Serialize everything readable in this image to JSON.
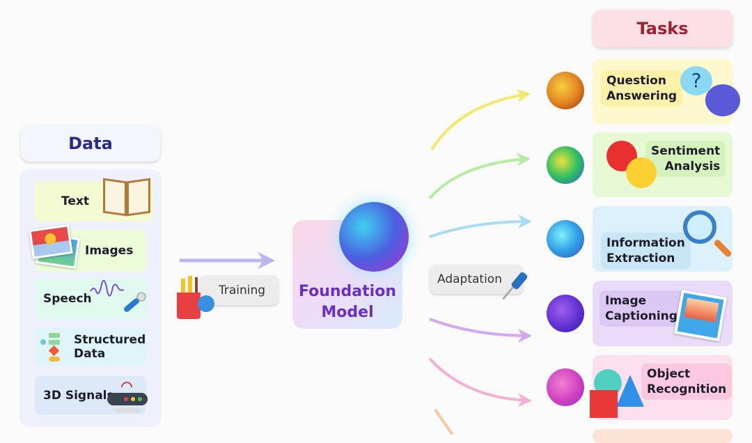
{
  "data_section": {
    "title": "Data",
    "items": [
      {
        "label": "Text",
        "icon": "book-icon"
      },
      {
        "label": "Images",
        "icon": "photo-icon"
      },
      {
        "label": "Speech",
        "icon": "microphone-icon"
      },
      {
        "label": "Structured Data",
        "icon": "flowchart-icon"
      },
      {
        "label": "3D Signals",
        "icon": "router-icon"
      }
    ]
  },
  "training": {
    "label": "Training",
    "icon": "pencil-cup-icon"
  },
  "model": {
    "title_line1": "Foundation",
    "title_line2": "Model",
    "color": "#6a2fc4"
  },
  "adaptation": {
    "label": "Adaptation",
    "icon": "screwdriver-icon"
  },
  "tasks_section": {
    "title": "Tasks",
    "items": [
      {
        "line1": "Question",
        "line2": "Answering",
        "icon": "question-bubble-icon"
      },
      {
        "line1": "Sentiment",
        "line2": "Analysis",
        "icon": "emoji-faces-icon"
      },
      {
        "line1": "Information",
        "line2": "Extraction",
        "icon": "magnifier-icon"
      },
      {
        "line1": "Image",
        "line2": "Captioning",
        "icon": "picture-frame-icon"
      },
      {
        "line1": "Object",
        "line2": "Recognition",
        "icon": "shapes-icon"
      }
    ]
  }
}
